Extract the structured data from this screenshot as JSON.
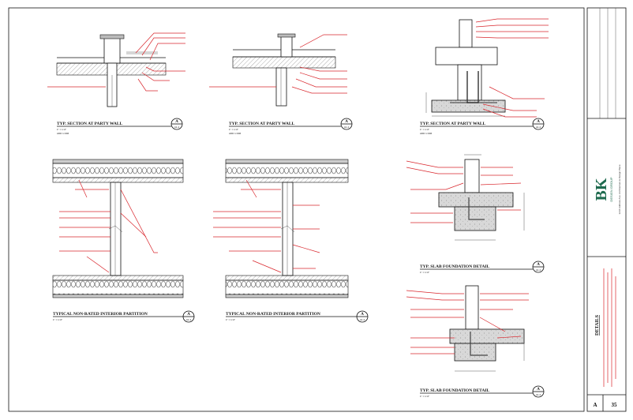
{
  "drawings": [
    {
      "id": "d1",
      "title": "TYP. SECTION AT PARTY WALL",
      "scale": "1\" = 1'-0\"",
      "note": "ADD 1 DIM",
      "bubble_letter": "A",
      "bubble_sheet": "A1.4"
    },
    {
      "id": "d2",
      "title": "TYP. SECTION AT PARTY WALL",
      "scale": "1\" = 1'-0\"",
      "note": "ADD 1 DIM",
      "bubble_letter": "A",
      "bubble_sheet": "A1.4"
    },
    {
      "id": "d3",
      "title": "TYP. SECTION AT PARTY WALL",
      "scale": "1\" = 1'-0\"",
      "note": "ADD 1 DIM",
      "bubble_letter": "A",
      "bubble_sheet": "A1.4"
    },
    {
      "id": "d4",
      "title": "TYPICAL NON-RATED INTERIOR PARTITION",
      "scale": "1\" = 1'-0\"",
      "note": "",
      "bubble_letter": "A",
      "bubble_sheet": "A1.4"
    },
    {
      "id": "d5",
      "title": "TYPICAL NON-RATED INTERIOR PARTITION",
      "scale": "1\" = 1'-0\"",
      "note": "",
      "bubble_letter": "A",
      "bubble_sheet": "A1.4"
    },
    {
      "id": "d6",
      "title": "TYP. SLAB FOUNDATION DETAIL",
      "scale": "1\" = 1'-0\"",
      "note": "",
      "bubble_letter": "A",
      "bubble_sheet": "A1.4"
    },
    {
      "id": "d7",
      "title": "TYP. SLAB FOUNDATION DETAIL",
      "scale": "1\" = 1'-0\"",
      "note": "",
      "bubble_letter": "A",
      "bubble_sheet": "A1.4"
    }
  ],
  "title_block": {
    "logo": "BK",
    "firm_name": "DESIGN GROUP",
    "firm_sub": "1234 Address Ave. Architecture & Design Place",
    "sheet_title": "DETAILS",
    "sheet_number": "35",
    "sheet_prefix": "A"
  },
  "colors": {
    "annotation": "#d9262c",
    "logo": "#1f6b4f",
    "linework": "#111111"
  }
}
